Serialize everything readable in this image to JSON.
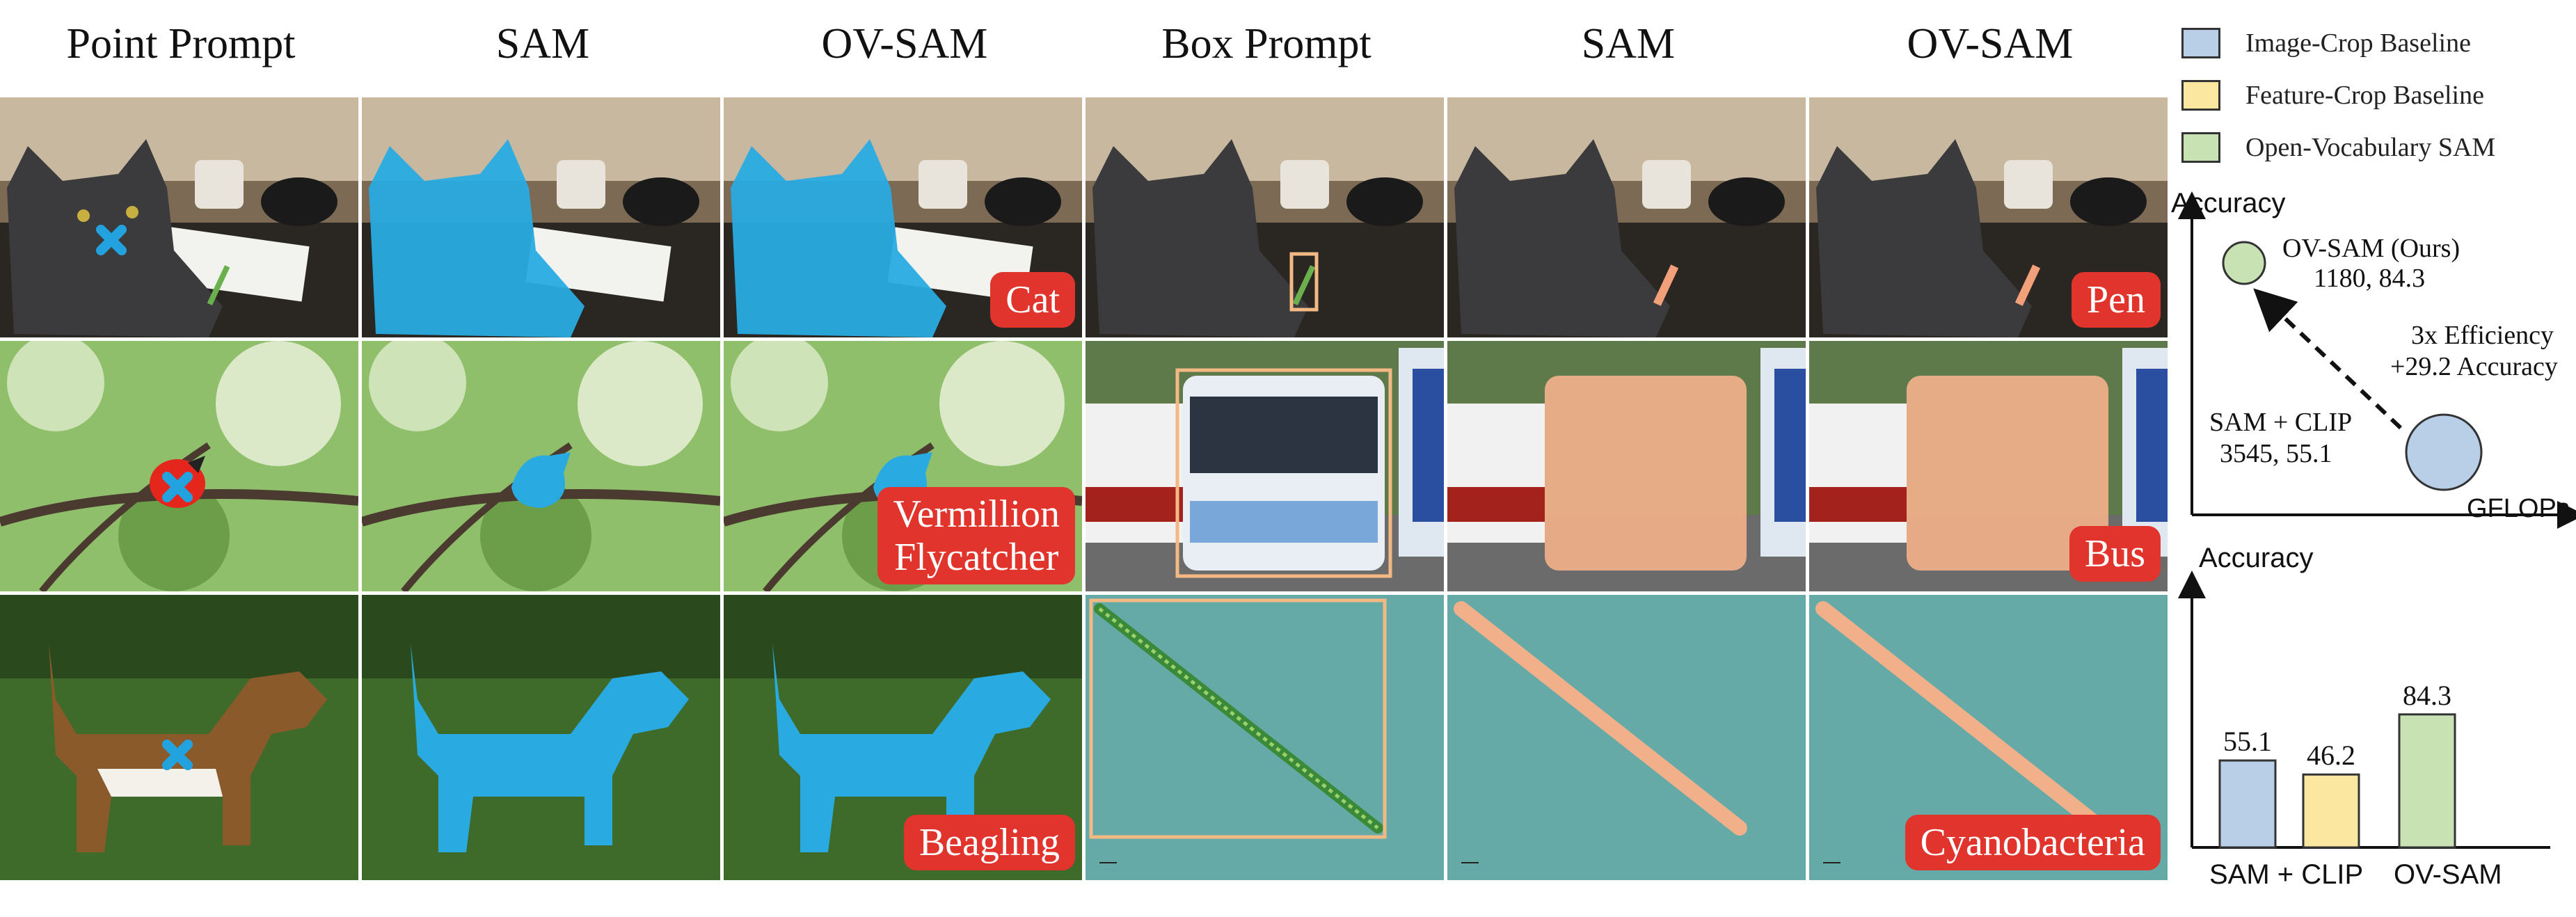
{
  "headers": [
    "Point Prompt",
    "SAM",
    "OV-SAM",
    "Box Prompt",
    "SAM",
    "OV-SAM"
  ],
  "labels": {
    "cat": "Cat",
    "vermillion_line1": "Vermillion",
    "vermillion_line2": "Flycatcher",
    "beagling": "Beagling",
    "pen": "Pen",
    "bus": "Bus",
    "cyanobacteria": "Cyanobacteria"
  },
  "legend": [
    {
      "label": "Image-Crop Baseline",
      "color": "#b9cfe8"
    },
    {
      "label": "Feature-Crop Baseline",
      "color": "#fbe7a0"
    },
    {
      "label": "Open-Vocabulary SAM",
      "color": "#c9e2b3"
    }
  ],
  "scatter": {
    "ylabel": "Accuracy",
    "xlabel": "GFLOPs",
    "ours_line1": "OV-SAM (Ours)",
    "ours_line2": "1180, 84.3",
    "eff_line1": "3x Efficiency",
    "eff_line2": "+29.2 Accuracy",
    "base_line1": "SAM + CLIP",
    "base_line2": "3545, 55.1"
  },
  "chart_data": [
    {
      "type": "scatter",
      "xlabel": "GFLOPs",
      "ylabel": "Accuracy",
      "series": [
        {
          "name": "SAM + CLIP",
          "x": [
            3545
          ],
          "y": [
            55.1
          ]
        },
        {
          "name": "OV-SAM (Ours)",
          "x": [
            1180
          ],
          "y": [
            84.3
          ]
        }
      ],
      "annotations": [
        "3x Efficiency",
        "+29.2 Accuracy"
      ]
    },
    {
      "type": "bar",
      "ylabel": "Accuracy",
      "categories": [
        "SAM + CLIP",
        "",
        "OV-SAM"
      ],
      "values": [
        55.1,
        46.2,
        84.3
      ],
      "value_labels": [
        "55.1",
        "46.2",
        "84.3"
      ],
      "colors": [
        "#b9cfe8",
        "#fbe7a0",
        "#c9e2b3"
      ],
      "xtick_labels": [
        "SAM + CLIP",
        "OV-SAM"
      ]
    }
  ]
}
